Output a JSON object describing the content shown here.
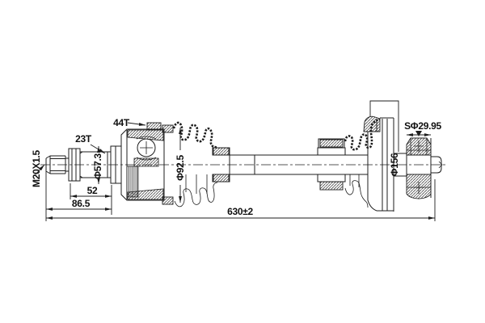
{
  "drawing": {
    "background": "#ffffff",
    "line_color": "#1c1c1c",
    "labels": {
      "thread_spec": "M20X1.5",
      "outer_spline_count": "23T",
      "abs_ring_teeth": "44T",
      "joint_diameter": "Φ57.3",
      "spline_length": "52",
      "stub_length": "86.5",
      "boot_diameter": "Φ92.5",
      "overall_length": "630±2",
      "flange_diameter": "Φ156",
      "seal_diameter": "SΦ29.95"
    }
  }
}
